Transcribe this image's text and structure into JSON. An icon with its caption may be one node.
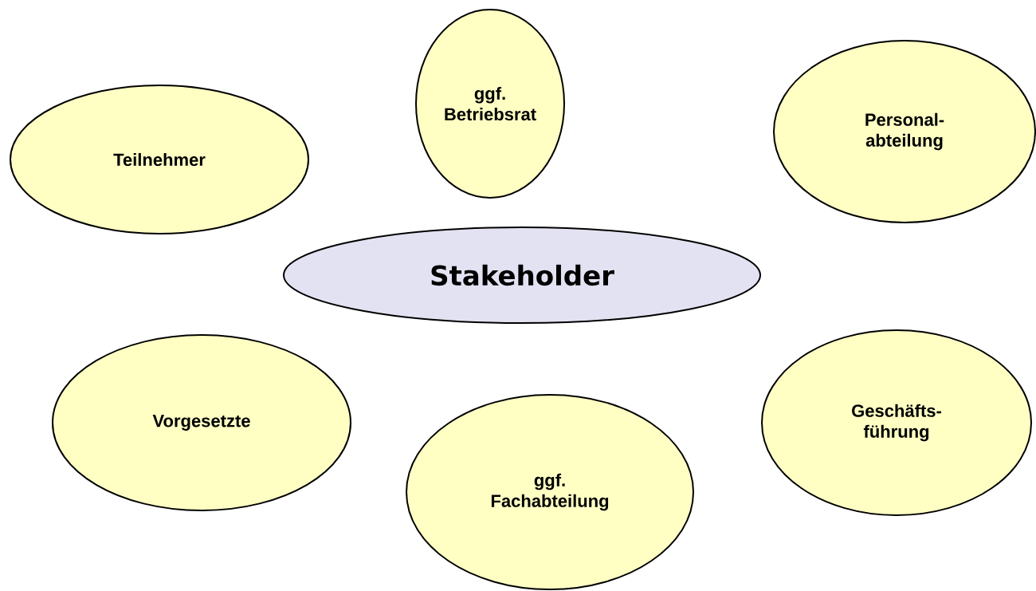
{
  "diagram": {
    "nodes": [
      {
        "text": [
          "ggf. Betriebsrat"
        ]
      },
      {
        "text": [
          "Teilnehmer"
        ]
      },
      {
        "text": [
          "Personal- abteilung"
        ]
      },
      {
        "text": [
          "Stakeholder"
        ]
      },
      {
        "text": [
          "Geschäfts- führung"
        ]
      },
      {
        "text": [
          "Vorgesetzte"
        ]
      },
      {
        "text": [
          "ggf. Fachabteilung"
        ]
      }
    ]
  }
}
